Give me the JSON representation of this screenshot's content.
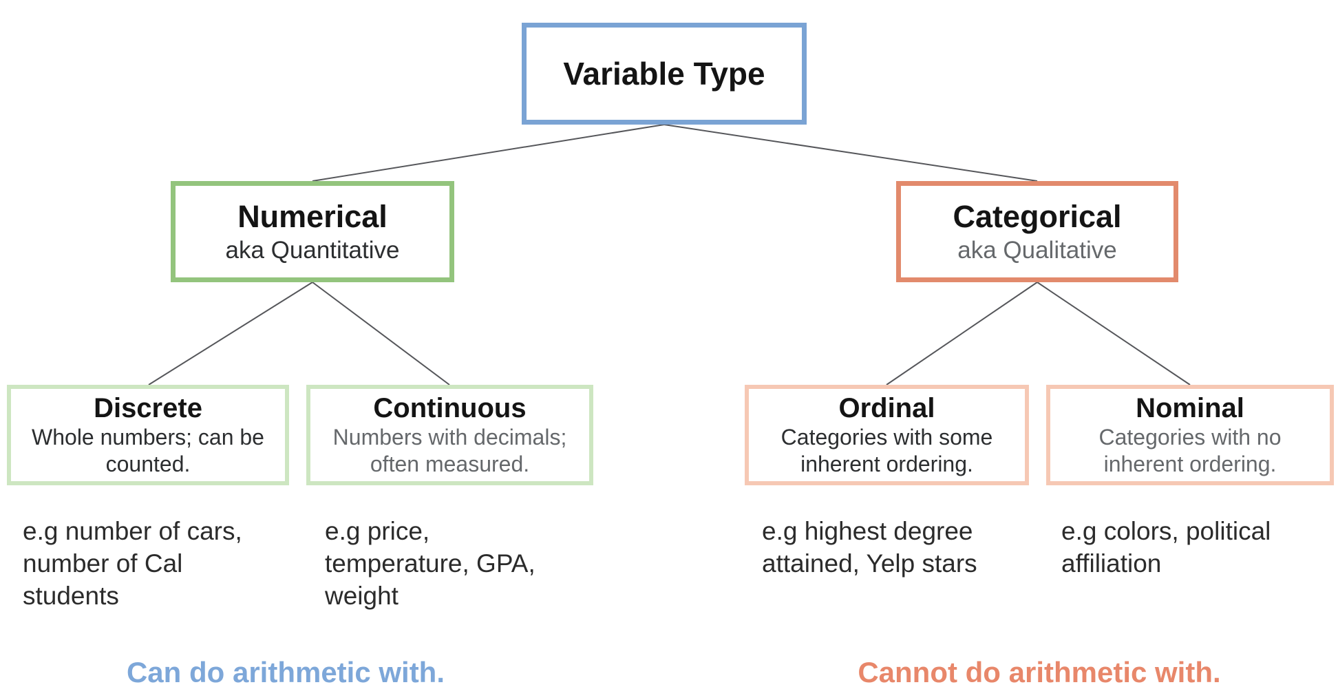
{
  "diagram": {
    "root": {
      "title": "Variable Type"
    },
    "numerical": {
      "title": "Numerical",
      "subtitle": "aka Quantitative"
    },
    "categorical": {
      "title": "Categorical",
      "subtitle": "aka Qualitative"
    },
    "discrete": {
      "title": "Discrete",
      "subtitle": "Whole numbers; can be\ncounted.",
      "example": "e.g number of cars,\nnumber of Cal\nstudents"
    },
    "continuous": {
      "title": "Continuous",
      "subtitle": "Numbers with decimals;\noften measured.",
      "example": "e.g price,\ntemperature, GPA,\nweight"
    },
    "ordinal": {
      "title": "Ordinal",
      "subtitle": "Categories with some\ninherent ordering.",
      "example": "e.g highest degree\nattained, Yelp stars"
    },
    "nominal": {
      "title": "Nominal",
      "subtitle": "Categories with no\ninherent ordering.",
      "example": "e.g colors, political\naffiliation"
    },
    "footer": {
      "can": "Can do arithmetic with.",
      "cannot": "Cannot do arithmetic with."
    },
    "colors": {
      "root_border": "#7aa3d4",
      "numerical_border": "#93c47d",
      "categorical_border": "#e28a6c",
      "numerical_child_border": "#cde6c1",
      "categorical_child_border": "#f6c8b4",
      "footer_can": "#7da7d9",
      "footer_cannot": "#e8876a",
      "connector_line": "#55565a",
      "title_text": "#141414",
      "muted_text": "#65686b"
    }
  }
}
